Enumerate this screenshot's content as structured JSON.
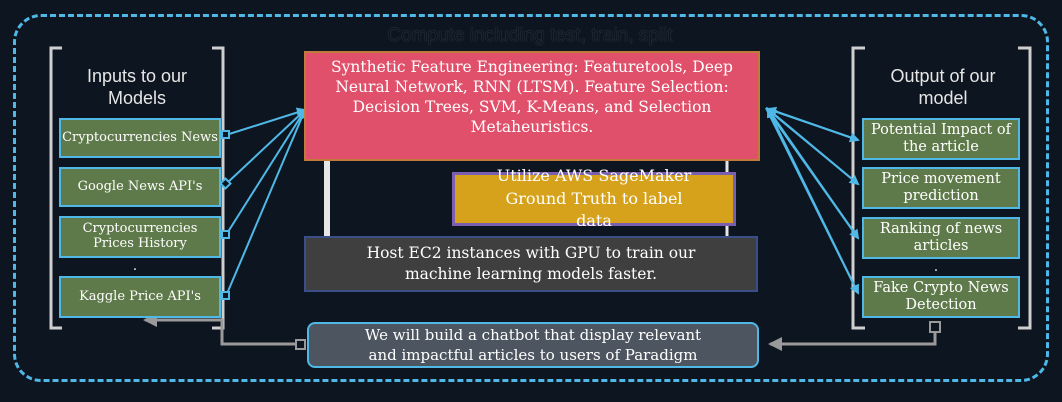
{
  "title": "Compute including test, train, split",
  "inputs": {
    "heading": "Inputs to our Models",
    "items": [
      {
        "label": "Cryptocurrencies News"
      },
      {
        "label": "Google News API's"
      },
      {
        "label": "Cryptocurrencies Prices History"
      },
      {
        "label": "Kaggle Price API's"
      }
    ],
    "ellipsis": "."
  },
  "outputs": {
    "heading": "Output of our model",
    "items": [
      {
        "label": "Potential Impact of the article"
      },
      {
        "label": "Price movement prediction"
      },
      {
        "label": "Ranking of news articles"
      },
      {
        "label": "Fake Crypto News Detection"
      }
    ],
    "ellipsis": "."
  },
  "center": {
    "feature_box": "Synthetic Feature Engineering: Featuretools, Deep Neural Network, RNN (LTSM). Feature Selection: Decision Trees, SVM, K-Means, and Selection Metaheuristics.",
    "sagemaker_box": "Utilize AWS SageMaker Ground Truth to label data",
    "ec2_box": "Host EC2 instances with GPU to train our machine learning models faster.",
    "chatbot_box": "We will build a chatbot that display relevant and impactful articles to users of Paradigm"
  },
  "colors": {
    "background": "#0d1520",
    "dashed_border": "#4fb8e6",
    "feature": "#e0506a",
    "sagemaker": "#d6a21c",
    "ec2": "#3f3f3f",
    "chatbot": "#4d5660",
    "item_green": "#5f7a4a",
    "arrow_blue": "#4fb8e6",
    "arrow_gray": "#9a9a9a"
  }
}
